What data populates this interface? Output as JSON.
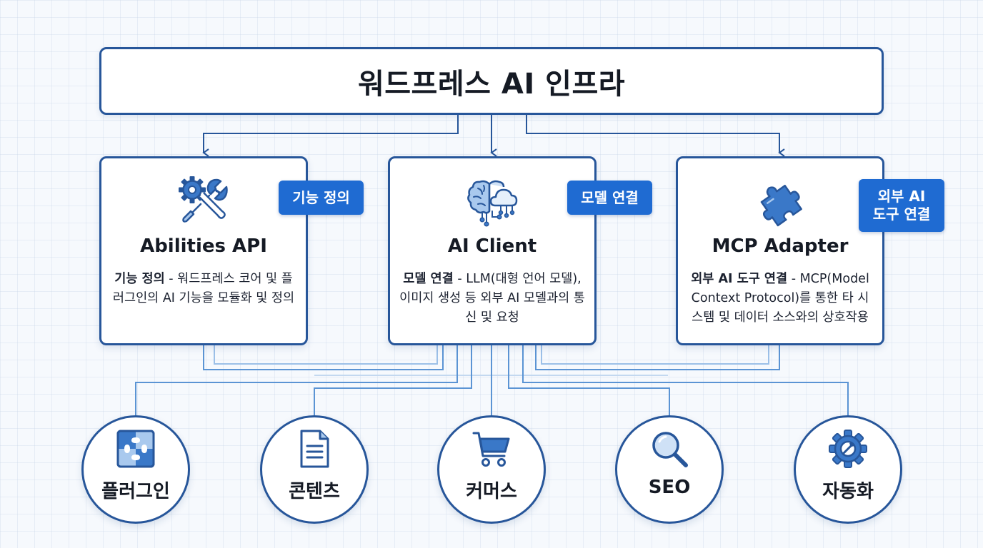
{
  "root": {
    "title": "워드프레스 AI 인프라"
  },
  "modules": [
    {
      "id": "abilities",
      "icon": "gear-wrench-icon",
      "title": "Abilities API",
      "badge_lines": [
        "기능 정의"
      ],
      "desc_bold": "기능 정의",
      "desc_text": " - 워드프레스 코어 및 플러그인의 AI 기능을 모듈화 및 정의"
    },
    {
      "id": "ai-client",
      "icon": "brain-cloud-icon",
      "title": "AI Client",
      "badge_lines": [
        "모델 연결"
      ],
      "desc_bold": "모델 연결",
      "desc_text": " - LLM(대형 언어 모델), 이미지 생성 등 외부 AI 모델과의 통신 및 요청"
    },
    {
      "id": "mcp-adapter",
      "icon": "puzzle-piece-icon",
      "title": "MCP Adapter",
      "badge_lines": [
        "외부 AI",
        "도구 연결"
      ],
      "desc_bold": "외부 AI 도구 연결",
      "desc_text": " - MCP(Model Context Protocol)를 통한 타 시스템 및 데이터 소스와의 상호작용"
    }
  ],
  "targets": [
    {
      "label": "플러그인",
      "icon": "puzzle-grid-icon"
    },
    {
      "label": "콘텐츠",
      "icon": "document-icon"
    },
    {
      "label": "커머스",
      "icon": "shopping-cart-icon"
    },
    {
      "label": "SEO",
      "icon": "magnifier-icon"
    },
    {
      "label": "자동화",
      "icon": "gear-automation-icon"
    }
  ],
  "colors": {
    "stroke": "#27569a",
    "badge": "#1f6bd2",
    "connector": "#5b94d4",
    "connector_light": "#9cc0e8",
    "icon_fill": "#3a78c8",
    "icon_light": "#a9c9ee"
  }
}
